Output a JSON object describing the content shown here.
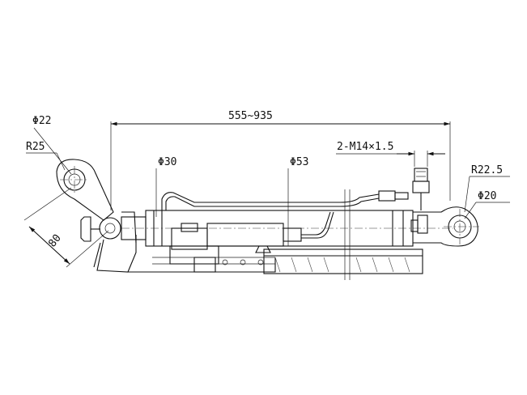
{
  "dimensions": {
    "overall_length": "555~935",
    "left_pin_diameter": "Φ22",
    "left_eye_radius": "R25",
    "left_offset": "80",
    "rod_diameter": "Φ30",
    "cylinder_diameter": "Φ53",
    "port_thread": "2-M14×1.5",
    "right_eye_radius": "R22.5",
    "right_pin_diameter": "Φ20"
  }
}
